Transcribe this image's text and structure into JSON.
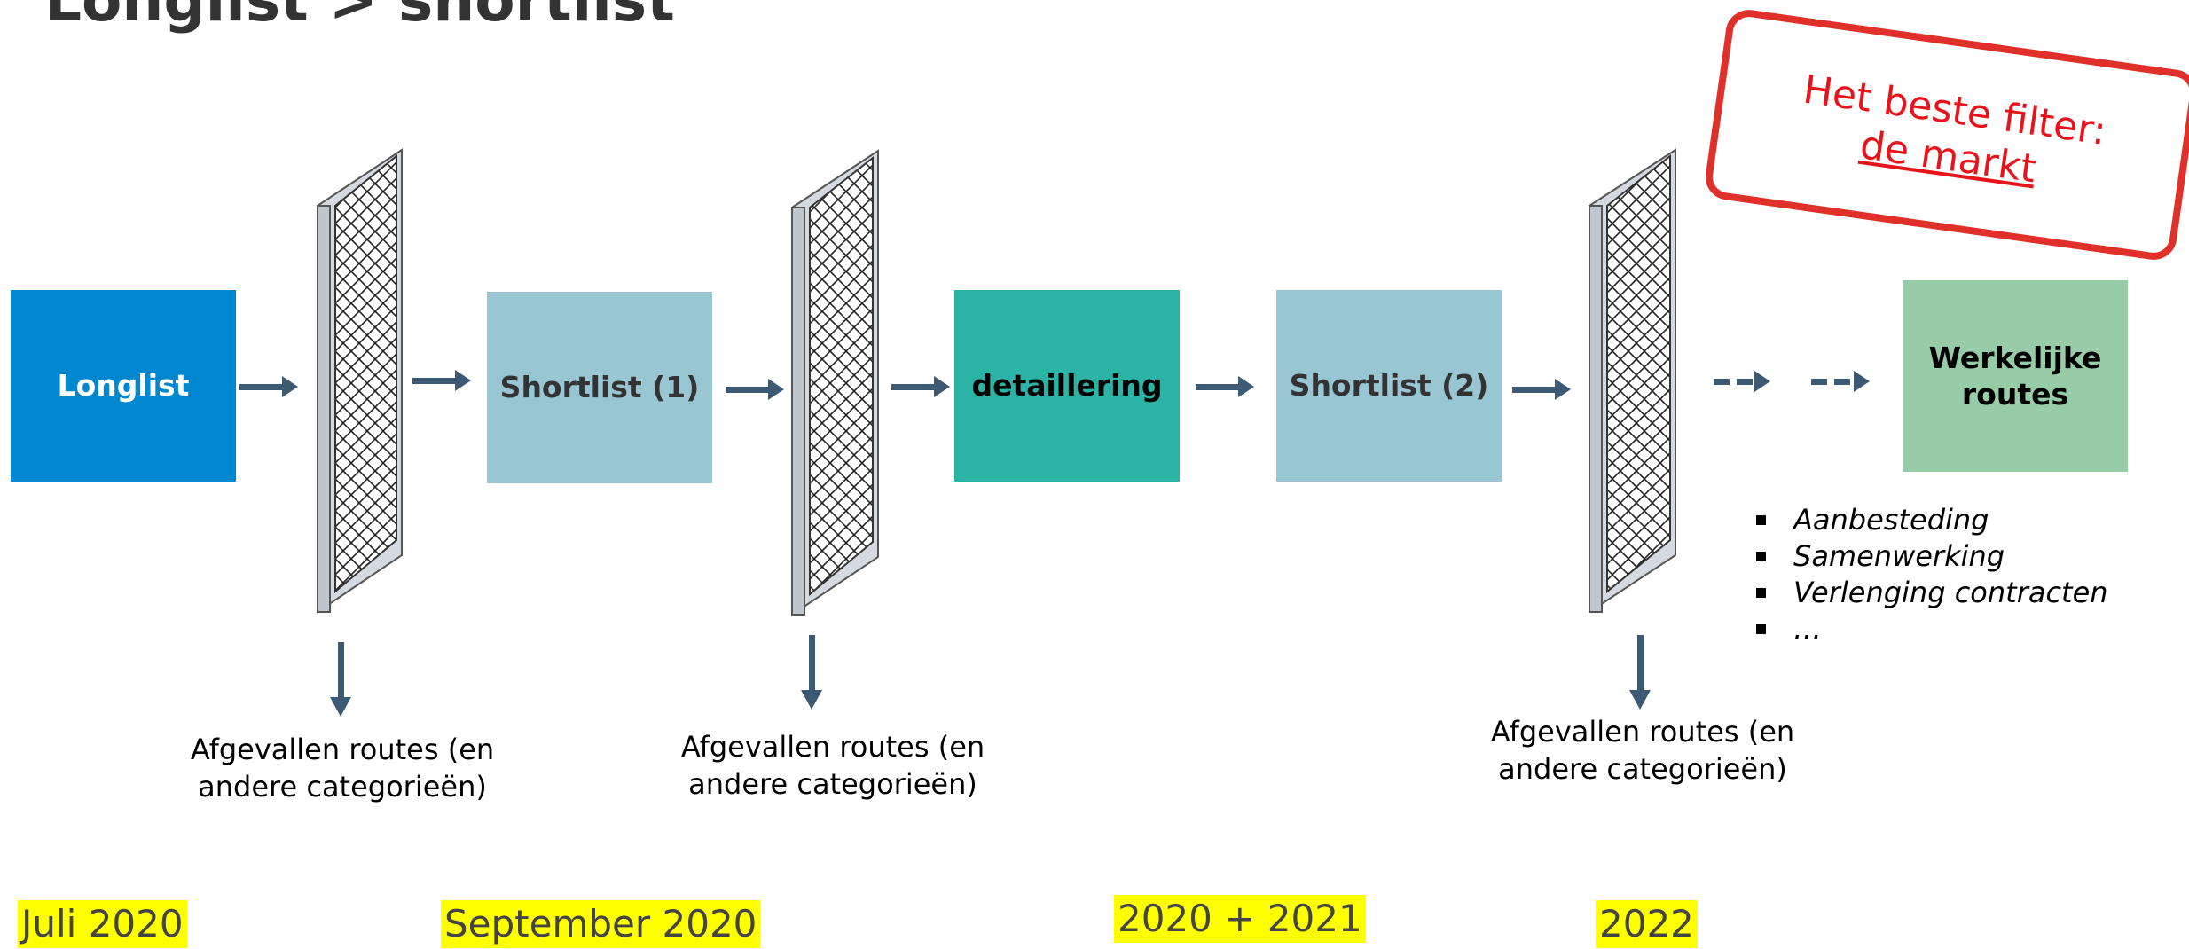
{
  "title": "Longlist > shortlist",
  "boxes": {
    "longlist": "Longlist",
    "shortlist1": "Shortlist (1)",
    "detaillering": "detaillering",
    "shortlist2": "Shortlist (2)",
    "werkelijke_routes": "Werkelijke routes"
  },
  "captions": {
    "filter1": "Afgevallen routes (en andere categorieën)",
    "filter2": "Afgevallen routes (en andere categorieën)",
    "filter3": "Afgevallen routes (en andere categorieën)"
  },
  "dates": [
    "Juli 2020",
    "September 2020",
    "2020 + 2021",
    "2022"
  ],
  "bullets": [
    "Aanbesteding",
    "Samenwerking",
    "Verlenging contracten",
    "…"
  ],
  "callout": {
    "line1": "Het beste filter:",
    "line2": "de markt"
  },
  "colors": {
    "longlist": "#0087d0",
    "shortlist": "#98c6d2",
    "detaillering": "#2bb3a6",
    "werkelijke_routes": "#98cba8",
    "arrow": "#3d5a74",
    "filter_frame": "#d5dae0",
    "callout_border": "#e0302a",
    "callout_text": "#e8141b",
    "date_highlight": "#ffff00"
  },
  "icons": [
    "filter-sieve-icon",
    "arrow-right-icon",
    "arrow-down-icon",
    "dashed-arrow-icon"
  ]
}
